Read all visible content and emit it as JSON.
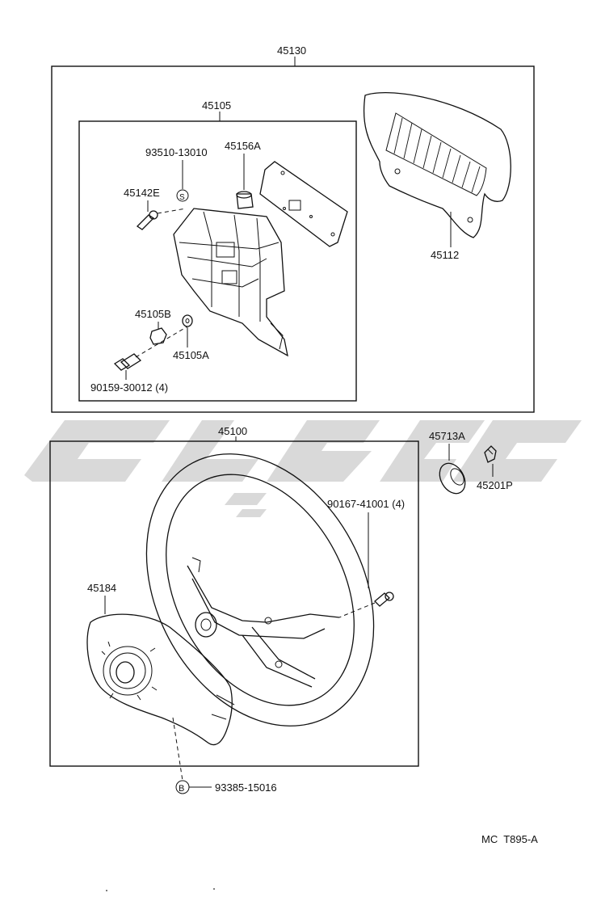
{
  "diagram": {
    "assembly_labels": {
      "upper_assembly": "45130",
      "inner_assembly": "45105",
      "wheel_assembly": "45100"
    },
    "part_labels": {
      "p93510": "93510-13010",
      "p45156A": "45156A",
      "p45142E": "45142E",
      "p45112": "45112",
      "p45105B": "45105B",
      "p45105A": "45105A",
      "p90159": "90159-30012 (4)",
      "p45713A": "45713A",
      "p45201P": "45201P",
      "p90167": "90167-41001 (4)",
      "p45184": "45184",
      "p93385": "93385-15016"
    },
    "markers": {
      "s_marker": "S",
      "b_marker": "B"
    },
    "diagram_code": "MC  T895-A",
    "watermark_color": "#d9d9d9"
  }
}
